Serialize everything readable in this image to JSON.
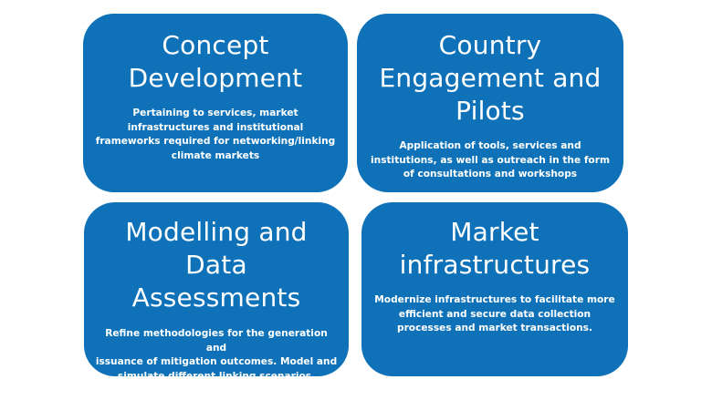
{
  "cards": [
    {
      "title": "Concept\nDevelopment",
      "description": "Pertaining to services, market\ninfrastructures and institutional\nframeworks required for networking/linking\nclimate markets"
    },
    {
      "title": "Country\nEngagement and\nPilots",
      "description": "Application of tools, services and\ninstitutions, as well as outreach in the form\nof consultations and workshops"
    },
    {
      "title": "Modelling and\nData\nAssessments",
      "description": "Refine methodologies for the generation and\nissuance of mitigation outcomes. Model and\nsimulate different linking scenarios."
    },
    {
      "title": "Market\ninfrastructures",
      "description": "Modernize infrastructures to facilitate more\nefficient and secure data collection\nprocesses and market transactions."
    }
  ],
  "colors": {
    "card_background": "#0f72b9",
    "text": "#ffffff",
    "page_background": "#ffffff"
  }
}
